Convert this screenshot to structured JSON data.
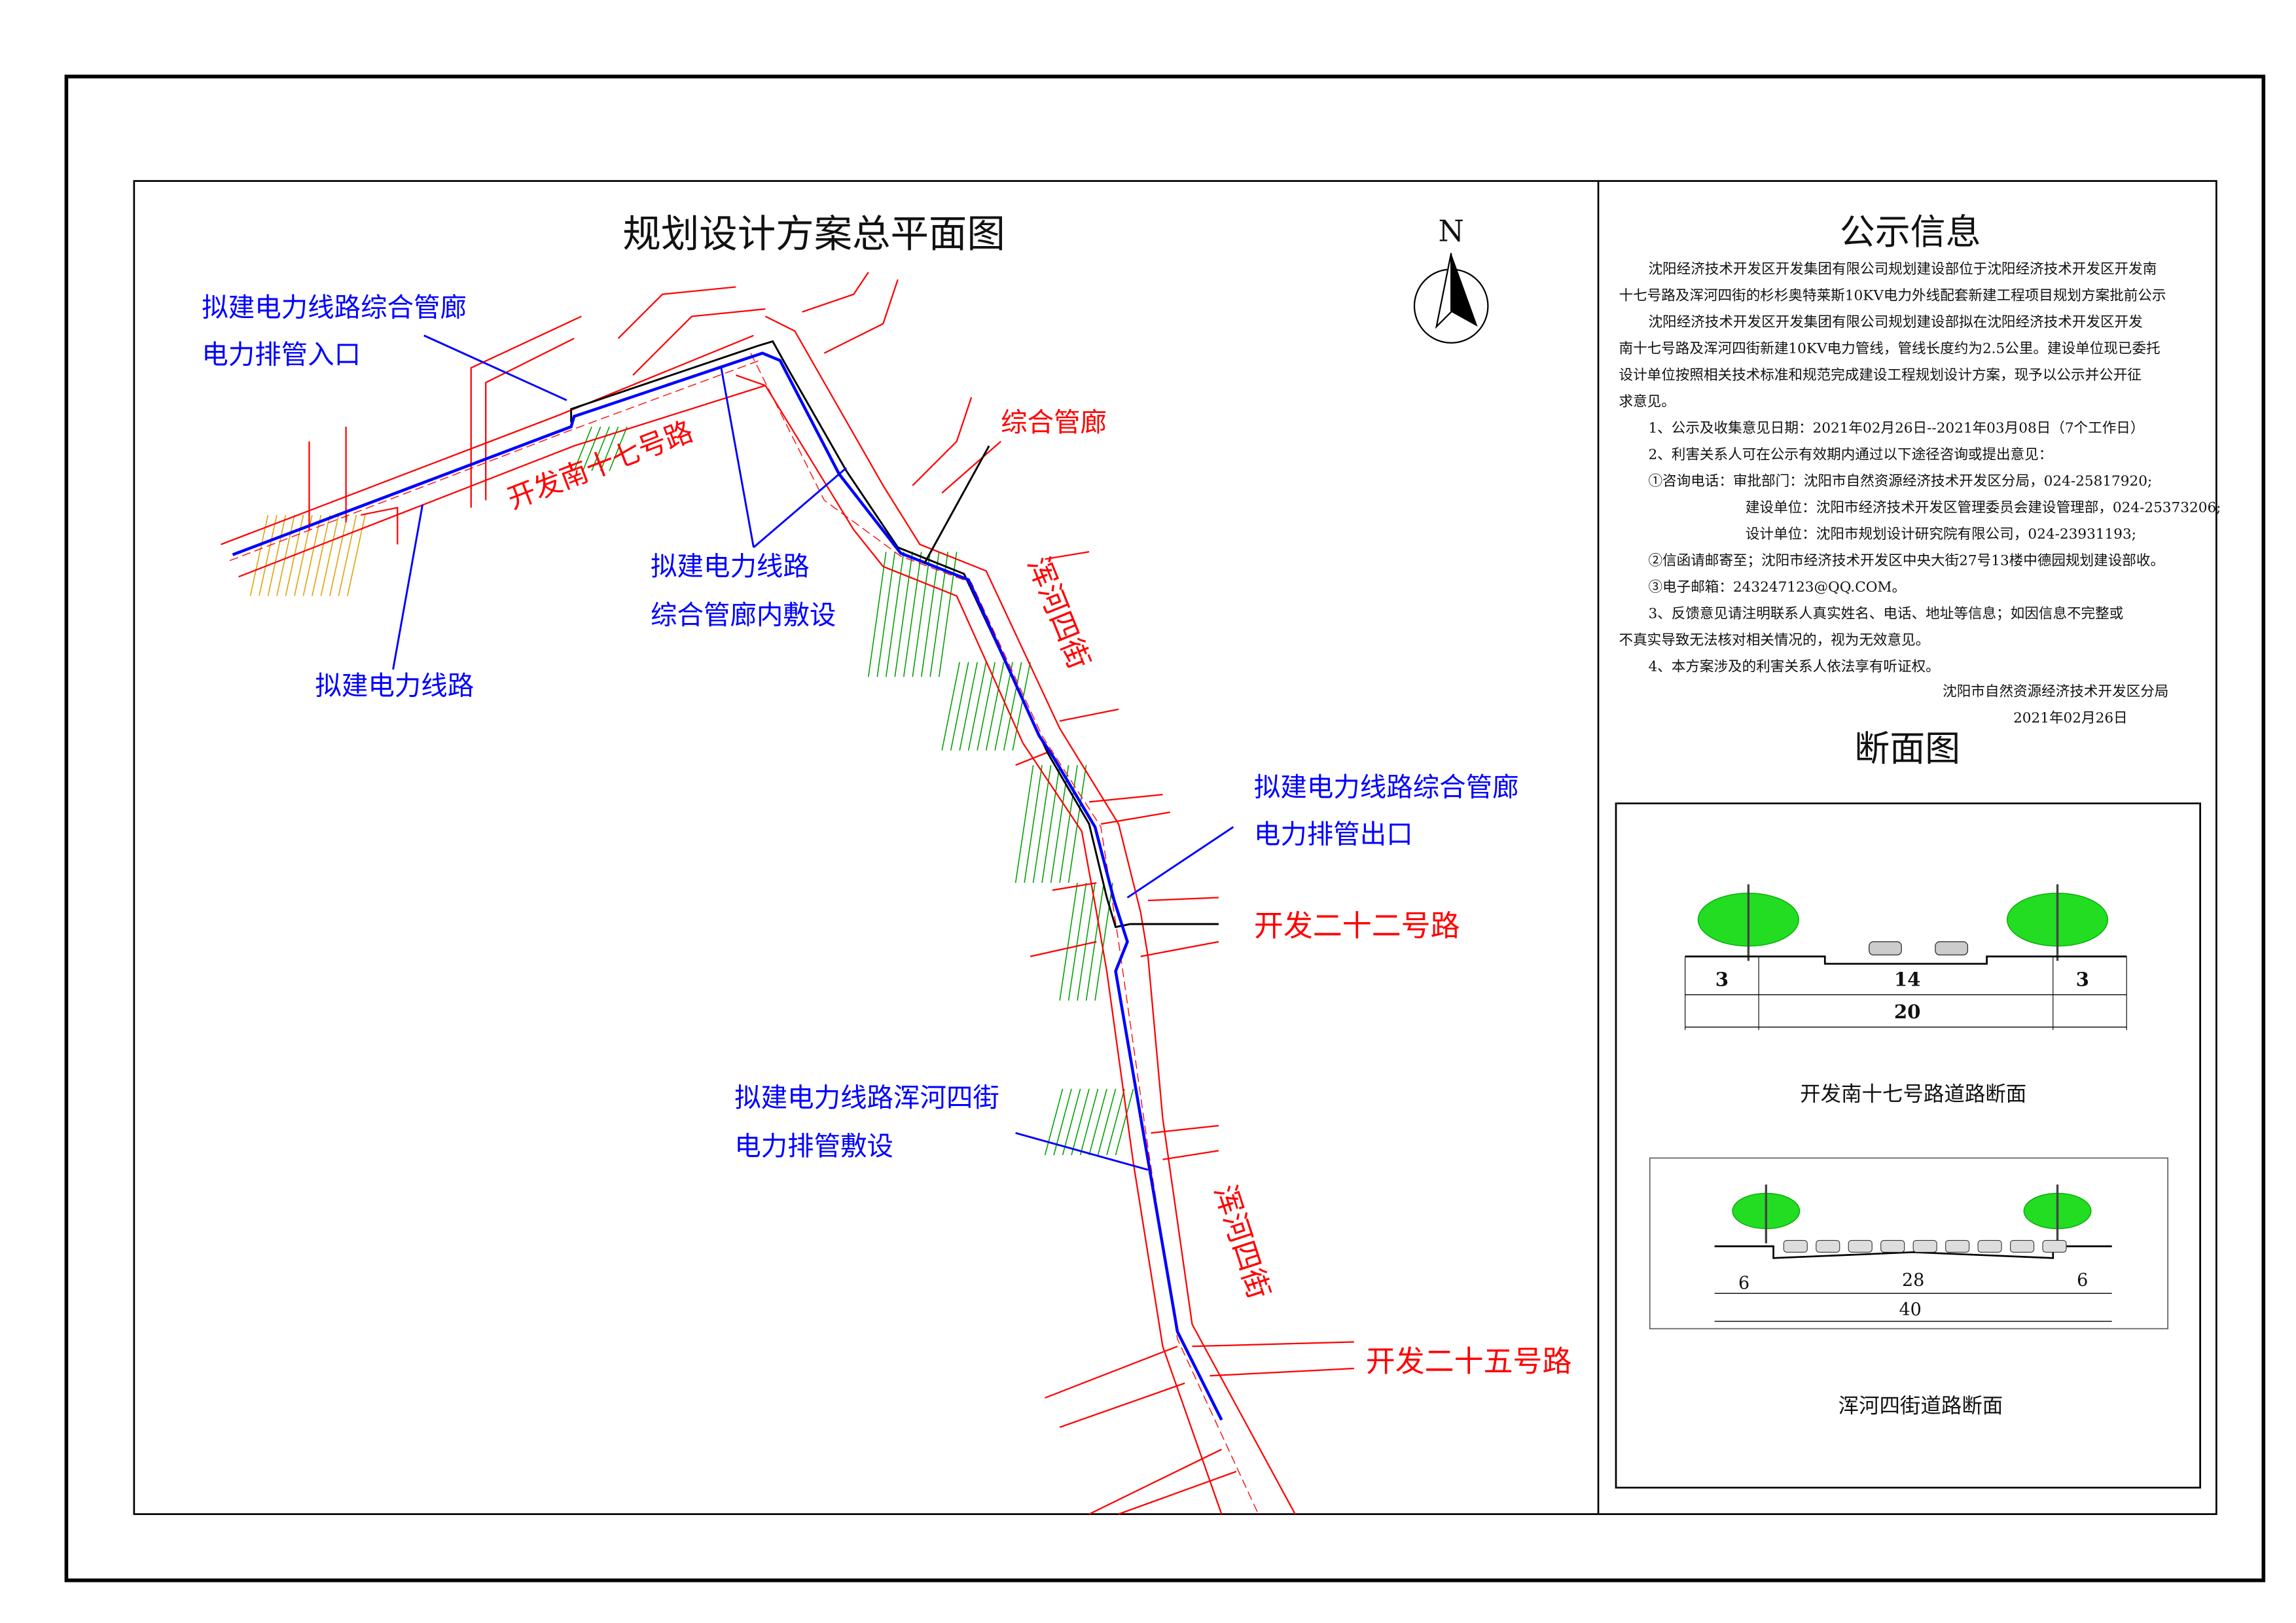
{
  "map": {
    "title": "规划设计方案总平面图",
    "north_label": "N",
    "labels": {
      "entry_line1": "拟建电力线路综合管廊",
      "entry_line2": "电力排管入口",
      "utility_tunnel": "综合管廊",
      "road_s17": "开发南十七号路",
      "in_tunnel_line1": "拟建电力线路",
      "in_tunnel_line2": "综合管廊内敷设",
      "power_line": "拟建电力线路",
      "hunhe_street_1": "浑河四街",
      "exit_line1": "拟建电力线路综合管廊",
      "exit_line2": "电力排管出口",
      "road_22": "开发二十二号路",
      "hunhe_pipe_line1": "拟建电力线路浑河四街",
      "hunhe_pipe_line2": "电力排管敷设",
      "hunhe_street_2": "浑河四街",
      "road_25": "开发二十五号路"
    },
    "colors": {
      "road": "#ff0000",
      "power_line": "#0000ff",
      "green": "#00a000",
      "tunnel": "#000000"
    }
  },
  "notice": {
    "title": "公示信息",
    "lines": [
      "沈阳经济技术开发区开发集团有限公司规划建设部位于沈阳经济技术开发区开发南",
      "十七号路及浑河四街的杉杉奥特莱斯10KV电力外线配套新建工程项目规划方案批前公示",
      "沈阳经济技术开发区开发集团有限公司规划建设部拟在沈阳经济技术开发区开发",
      "南十七号路及浑河四街新建10KV电力管线，管线长度约为2.5公里。建设单位现已委托",
      "设计单位按照相关技术标准和规范完成建设工程规划设计方案，现予以公示并公开征",
      "求意见。",
      "1、公示及收集意见日期：2021年02月26日--2021年03月08日（7个工作日）",
      "2、利害关系人可在公示有效期内通过以下途径咨询或提出意见：",
      "①咨询电话：审批部门：沈阳市自然资源经济技术开发区分局，024-25817920;",
      "建设单位：沈阳市经济技术开发区管理委员会建设管理部，024-25373206;",
      "设计单位：沈阳市规划设计研究院有限公司，024-23931193;",
      "②信函请邮寄至；沈阳市经济技术开发区中央大街27号13楼中德园规划建设部收。",
      "③电子邮箱：243247123@QQ.COM。",
      "3、反馈意见请注明联系人真实姓名、电话、地址等信息；如因信息不完整或",
      "不真实导致无法核对相关情况的，视为无效意见。",
      "4、本方案涉及的利害关系人依法享有听证权。"
    ],
    "issuer": "沈阳市自然资源经济技术开发区分局",
    "date": "2021年02月26日"
  },
  "sections": {
    "title": "断面图",
    "s17": {
      "caption": "开发南十七号路道路断面",
      "left": "3",
      "center": "14",
      "right": "3",
      "total": "20"
    },
    "hunhe": {
      "caption": "浑河四街道路断面",
      "left": "6",
      "center": "28",
      "right": "6",
      "total": "40"
    }
  }
}
